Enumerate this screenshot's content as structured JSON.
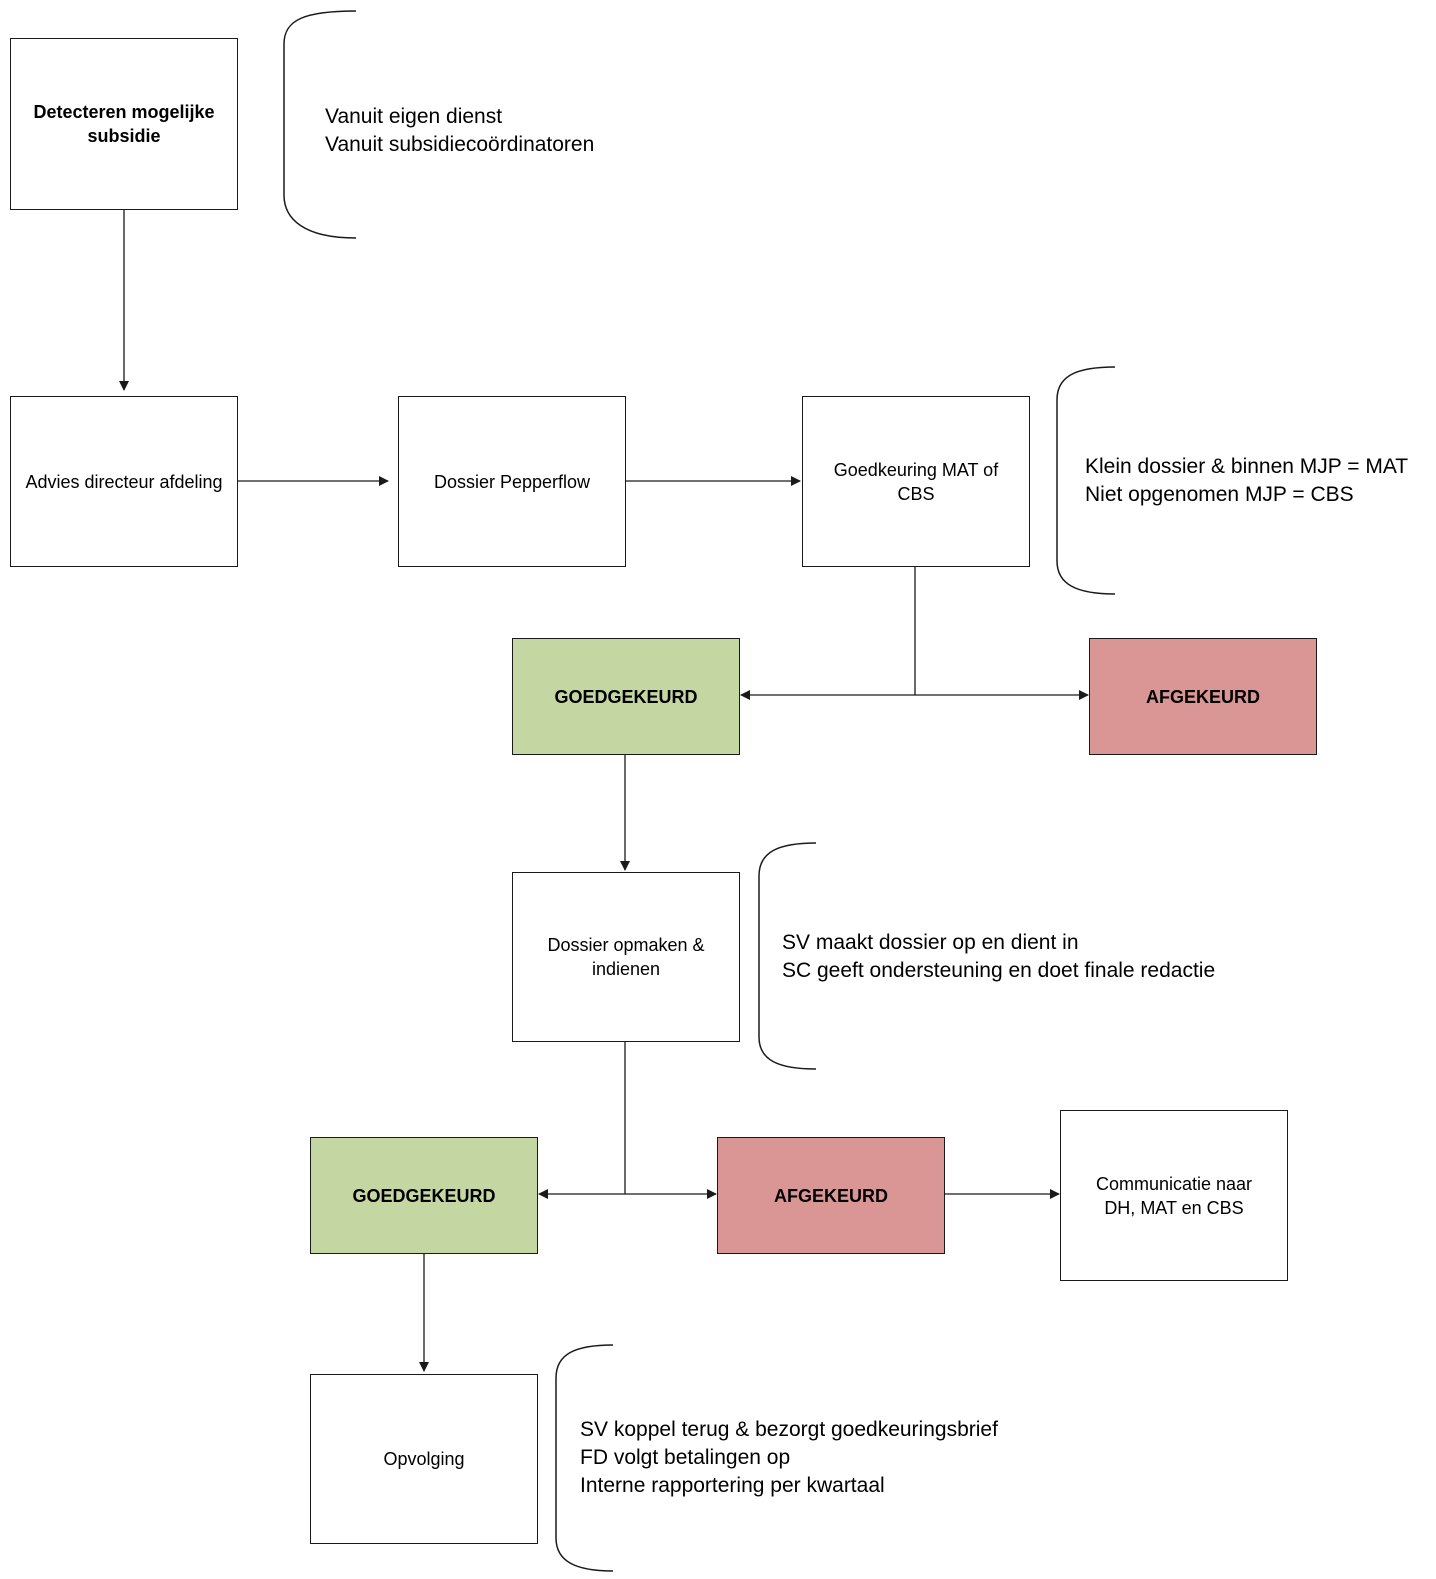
{
  "steps": {
    "detect": "Detecteren mogelijke subsidie",
    "advice": "Advies directeur afdeling",
    "pepperflow": "Dossier Pepperflow",
    "approval": "Goedkeuring MAT of CBS",
    "approved_1": "GOEDGEKEURD",
    "rejected_1": "AFGEKEURD",
    "prepare": "Dossier opmaken & indienen",
    "approved_2": "GOEDGEKEURD",
    "rejected_2": "AFGEKEURD",
    "communication": "Communicatie naar DH, MAT en CBS",
    "followup": "Opvolging"
  },
  "notes": {
    "detect": [
      "Vanuit eigen dienst",
      "Vanuit subsidiecoördinatoren"
    ],
    "approval": [
      "Klein dossier & binnen MJP = MAT",
      "Niet opgenomen MJP = CBS"
    ],
    "prepare": [
      "SV maakt dossier op en dient in",
      "SC geeft ondersteuning en doet finale redactie"
    ],
    "followup": [
      "SV koppel terug & bezorgt goedkeuringsbrief",
      "FD volgt betalingen op",
      "Interne rapportering per kwartaal"
    ]
  },
  "colors": {
    "approved": "#c4d6a1",
    "rejected": "#d99694",
    "line": "#1a1a1a"
  }
}
